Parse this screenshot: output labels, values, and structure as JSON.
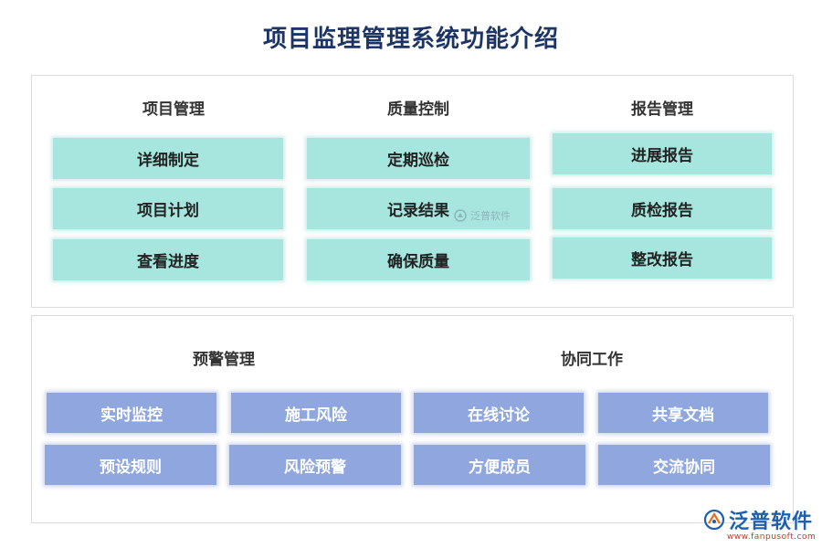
{
  "title": "项目监理管理系统功能介绍",
  "top_panel": {
    "groups": [
      {
        "title": "项目管理",
        "items": [
          "详细制定",
          "项目计划",
          "查看进度"
        ]
      },
      {
        "title": "质量控制",
        "items": [
          "定期巡检",
          "记录结果",
          "确保质量"
        ]
      },
      {
        "title": "报告管理",
        "items": [
          "进展报告",
          "质检报告",
          "整改报告"
        ]
      }
    ]
  },
  "bottom_panel": {
    "groups": [
      {
        "title": "预警管理",
        "items": [
          "实时监控",
          "施工风险",
          "预设规则",
          "风险预警"
        ]
      },
      {
        "title": "协同工作",
        "items": [
          "在线讨论",
          "共享文档",
          "方便成员",
          "交流协同"
        ]
      }
    ]
  },
  "watermark": {
    "text": "泛普软件"
  },
  "logo": {
    "text": "泛普软件",
    "url": "www.fanpusoft.com"
  },
  "colors": {
    "title": "#1d3566",
    "teal_box": "#a6e6de",
    "blue_box": "#8fa7de",
    "logo": "#1f5fae"
  }
}
